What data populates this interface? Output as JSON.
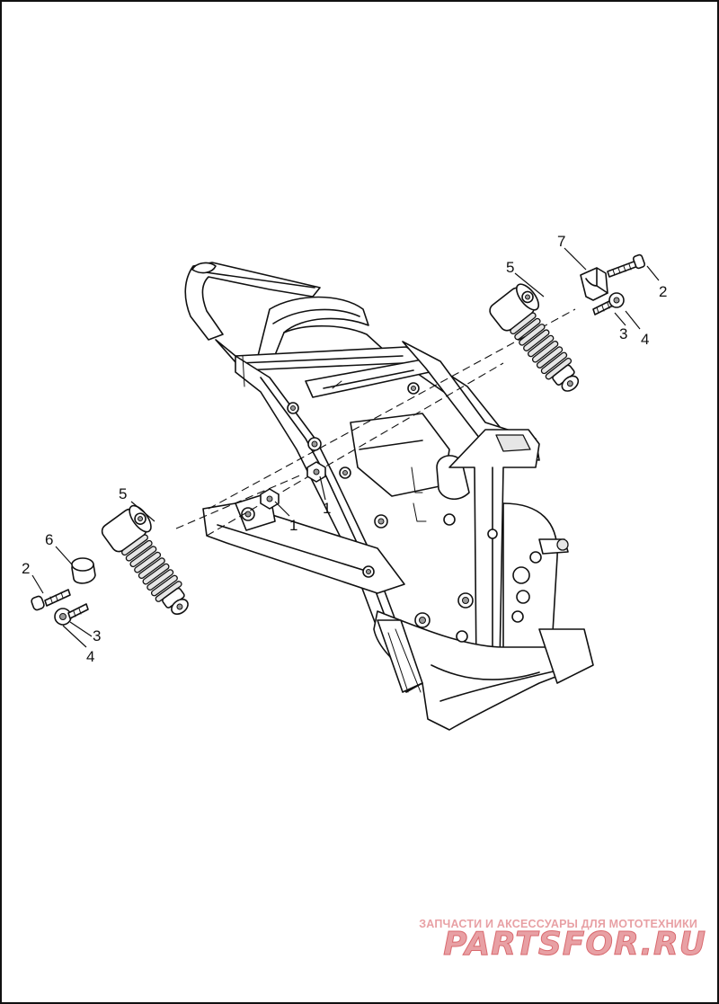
{
  "callouts": {
    "c1a": "1",
    "c1b": "1",
    "c2a": "2",
    "c2b": "2",
    "c3a": "3",
    "c3b": "3",
    "c4a": "4",
    "c4b": "4",
    "c5a": "5",
    "c5b": "5",
    "c6": "6",
    "c7": "7"
  },
  "watermark": {
    "tagline": "ЗАПЧАСТИ И АКСЕССУАРЫ ДЛЯ МОТОТЕХНИКИ",
    "logo": "PARTSFOR.RU",
    "color": "#e8a0a4"
  }
}
